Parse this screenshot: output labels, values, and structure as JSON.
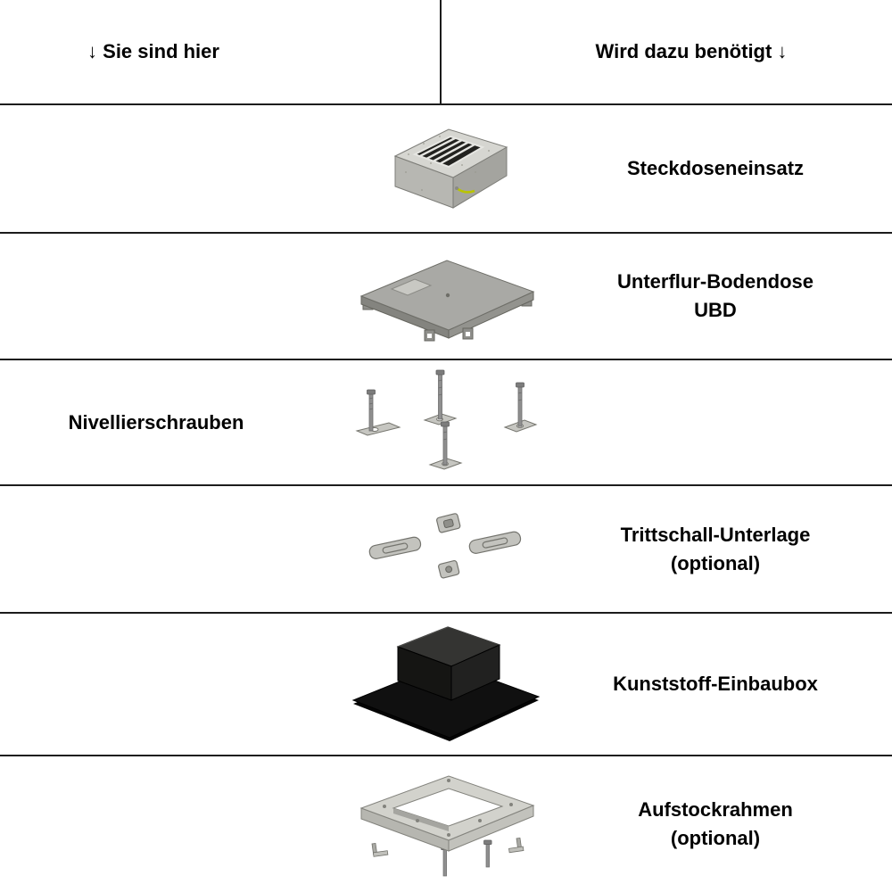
{
  "header": {
    "left_label": "↓ Sie sind hier",
    "right_label": "Wird dazu benötigt ↓"
  },
  "rows": [
    {
      "label": "Steckdoseneinsatz",
      "sublabel": "",
      "side": "right",
      "icon": "socket-insert"
    },
    {
      "label": "Unterflur-Bodendose UBD",
      "sublabel": "",
      "side": "right",
      "icon": "underfloor-box"
    },
    {
      "label": "Nivellierschrauben",
      "sublabel": "",
      "side": "left",
      "icon": "leveling-screws"
    },
    {
      "label": "Trittschall-Unterlage",
      "sublabel": "(optional)",
      "side": "right",
      "icon": "sound-insulation-pads"
    },
    {
      "label": "Kunststoff-Einbaubox",
      "sublabel": "",
      "side": "right",
      "icon": "plastic-mounting-box"
    },
    {
      "label": "Aufstockrahmen",
      "sublabel": "(optional)",
      "side": "right",
      "icon": "stacking-frame"
    }
  ],
  "colors": {
    "line": "#1c1c1c",
    "text": "#000000",
    "background": "#ffffff",
    "wire_accent": "#b9c400"
  }
}
